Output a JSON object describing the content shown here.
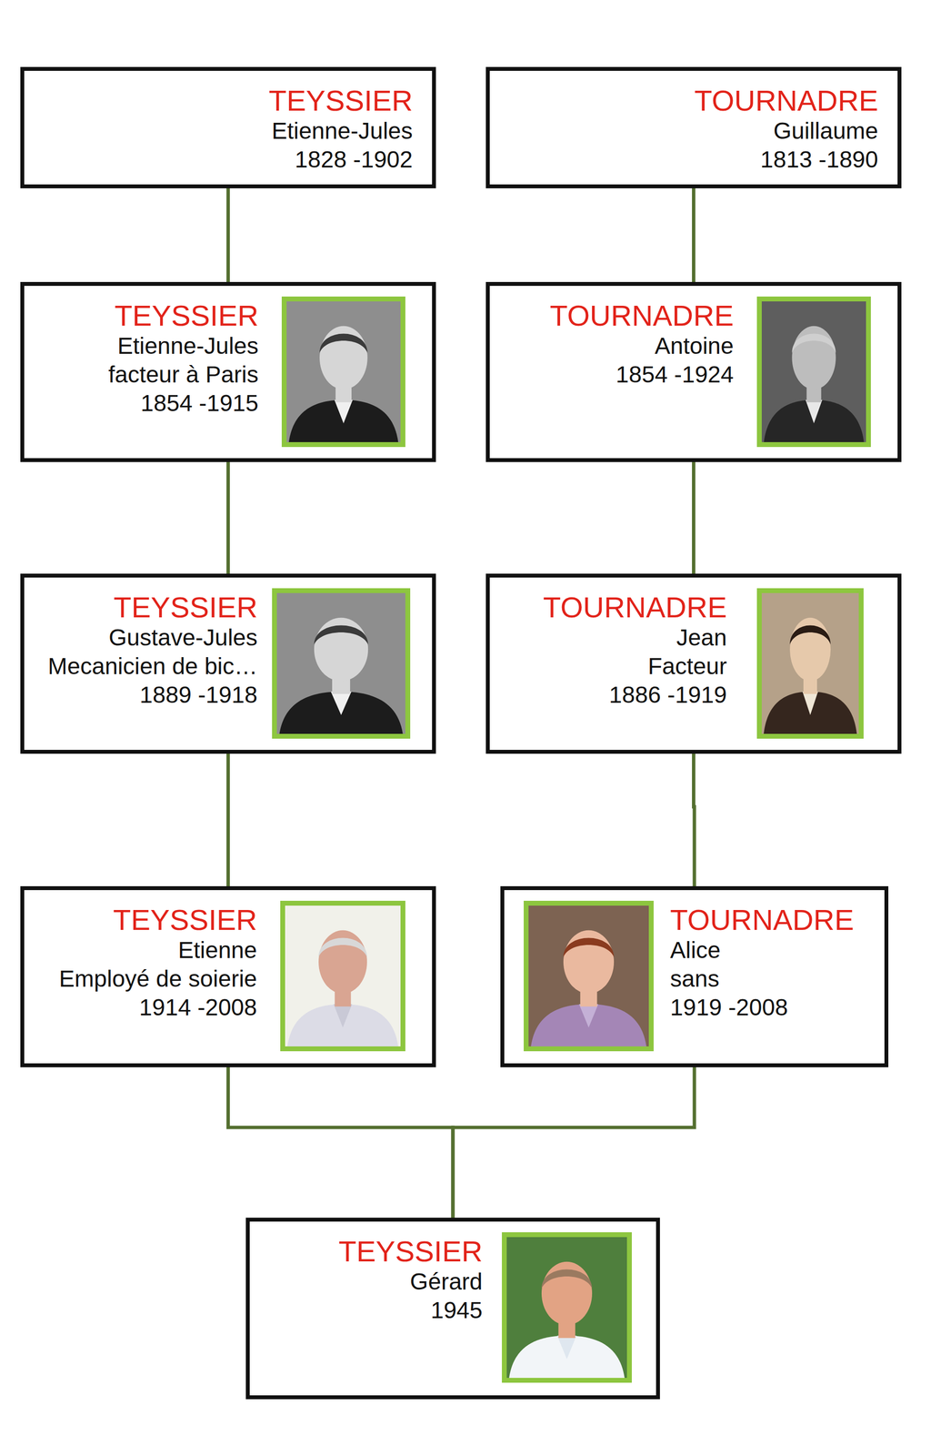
{
  "diagram": {
    "nodes": [
      {
        "text": [
          "TEYSSIER",
          "Etienne-Jules",
          "1828 -1902"
        ]
      },
      {
        "text": [
          "TOURNADRE",
          "Guillaume",
          "1813 -1890"
        ]
      },
      {
        "text": [
          "TEYSSIER",
          "Etienne-Jules",
          "facteur à Paris",
          "1854 -1915"
        ]
      },
      {
        "text": [
          "TOURNADRE",
          "Antoine",
          "1854 -1924"
        ]
      },
      {
        "text": [
          "TEYSSIER",
          "Gustave-Jules",
          "Mecanicien de bic…",
          "1889 -1918"
        ]
      },
      {
        "text": [
          "TOURNADRE",
          "Jean",
          "Facteur",
          "1886 -1919"
        ]
      },
      {
        "text": [
          "TEYSSIER",
          "Etienne",
          "Employé de soierie",
          "1914 -2008"
        ]
      },
      {
        "text": [
          "TOURNADRE",
          "Alice",
          "sans",
          "1919 -2008"
        ]
      },
      {
        "text": [
          "TEYSSIER",
          "Gérard",
          "1945"
        ]
      }
    ],
    "edges": [
      {
        "from": 0,
        "to": 2,
        "arrow": "none"
      },
      {
        "from": 1,
        "to": 3,
        "arrow": "none"
      },
      {
        "from": 2,
        "to": 4,
        "arrow": "none"
      },
      {
        "from": 3,
        "to": 5,
        "arrow": "none"
      },
      {
        "from": 4,
        "to": 6,
        "arrow": "none"
      },
      {
        "from": 5,
        "to": 7,
        "arrow": "none"
      },
      {
        "from": 6,
        "to": 8,
        "arrow": "none"
      },
      {
        "from": 7,
        "to": 8,
        "arrow": "none"
      }
    ]
  }
}
